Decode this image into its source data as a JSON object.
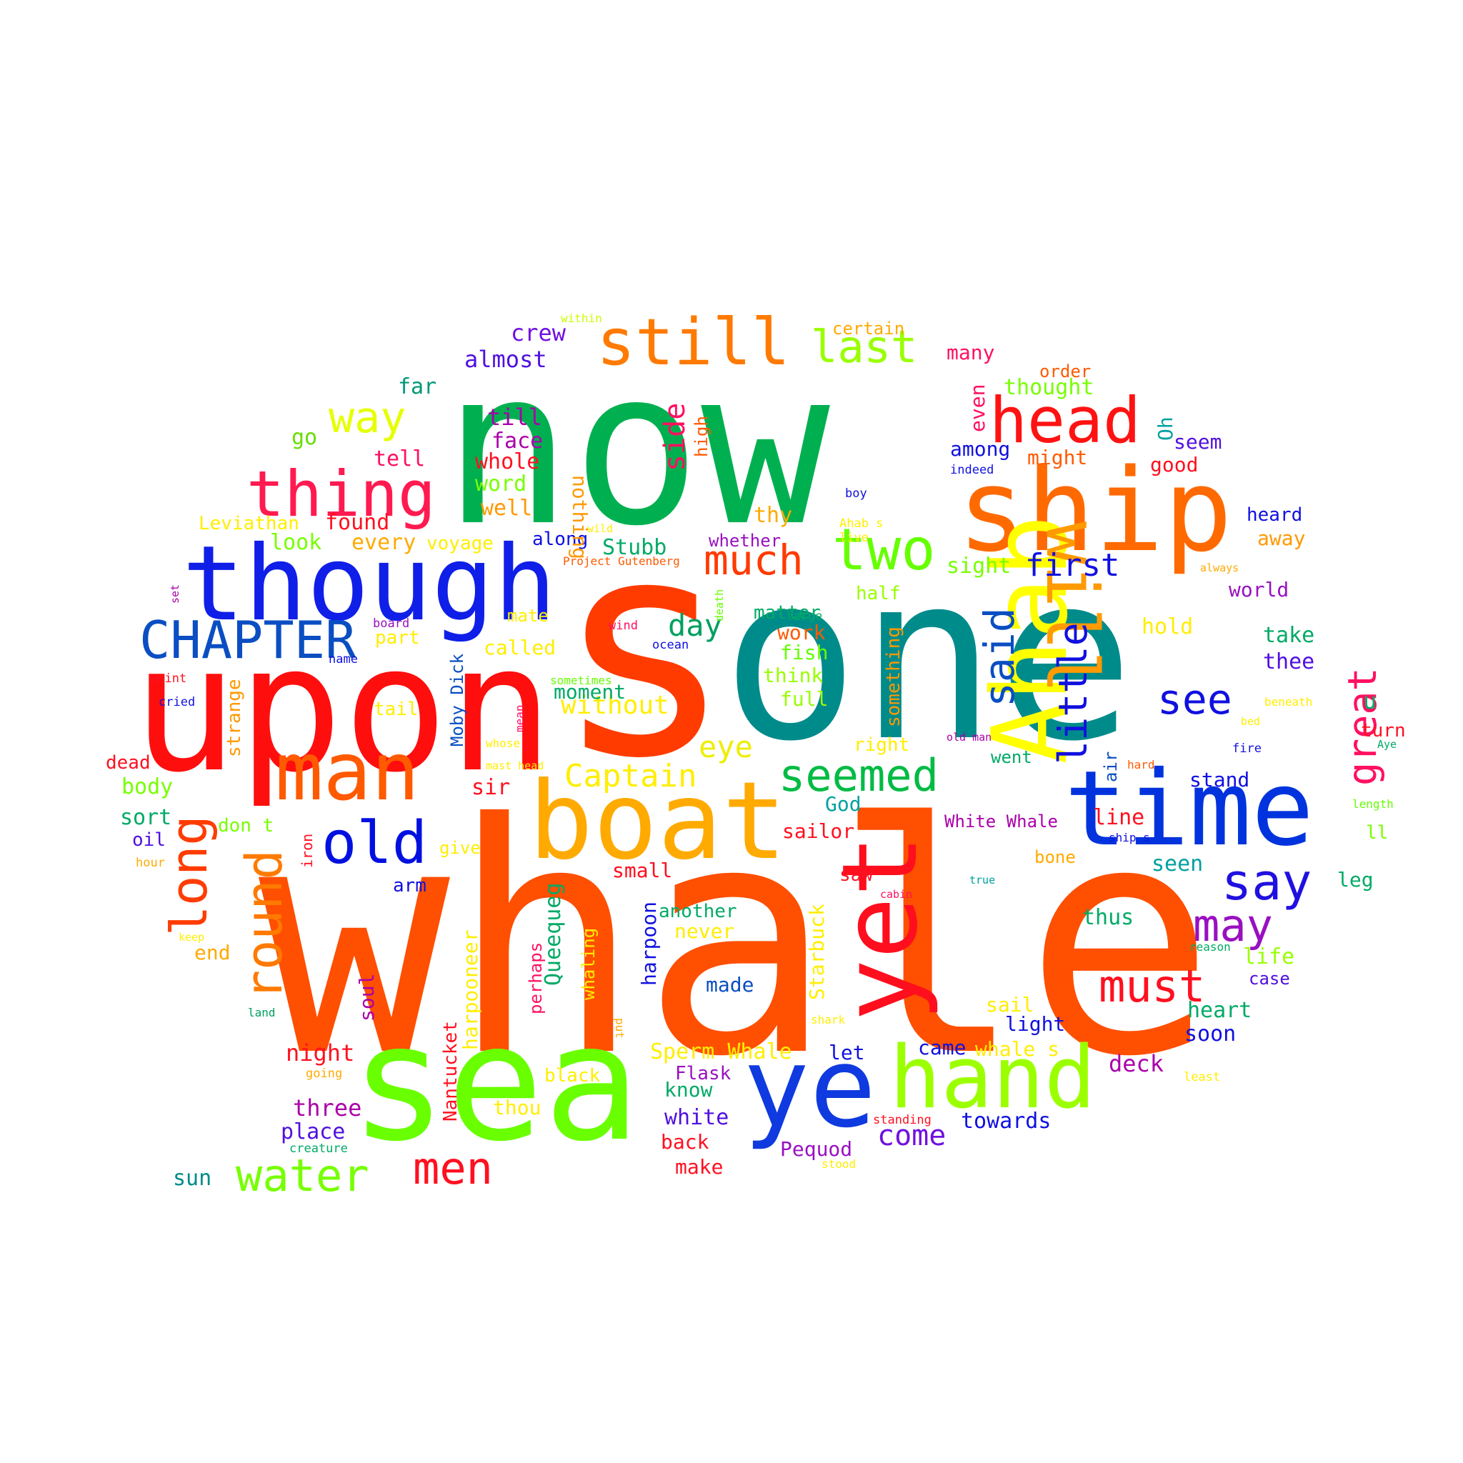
{
  "words": [
    {
      "t": "now",
      "c": "#00b050"
    },
    {
      "t": "s",
      "c": "#ff3b00"
    },
    {
      "t": "one",
      "c": "#008b8b"
    },
    {
      "t": "whale",
      "c": "#ff4f00"
    },
    {
      "t": "upon",
      "c": "#ff0e0e"
    },
    {
      "t": "though",
      "c": "#0f1fe8"
    },
    {
      "t": "sea",
      "c": "#6aff00"
    },
    {
      "t": "time",
      "c": "#0033dd"
    },
    {
      "t": "ship",
      "c": "#ff6a00"
    },
    {
      "t": "boat",
      "c": "#ffaa00"
    },
    {
      "t": "man",
      "c": "#ff5a00"
    },
    {
      "t": "ye",
      "c": "#0f3ae0"
    },
    {
      "t": "hand",
      "c": "#9cff00"
    },
    {
      "t": "Ahab",
      "c": "#ffff00"
    },
    {
      "t": "yet",
      "c": "#ff0e1e"
    },
    {
      "t": "will",
      "c": "#ff9a00"
    },
    {
      "t": "head",
      "c": "#ff1212"
    },
    {
      "t": "thing",
      "c": "#ff1a50"
    },
    {
      "t": "still",
      "c": "#ff7a00"
    },
    {
      "t": "two",
      "c": "#66ff00"
    },
    {
      "t": "CHAPTER",
      "c": "#0a4ec2"
    },
    {
      "t": "long",
      "c": "#ff3c00"
    },
    {
      "t": "round",
      "c": "#ff7a00"
    },
    {
      "t": "old",
      "c": "#0010e0"
    },
    {
      "t": "water",
      "c": "#77ff00"
    },
    {
      "t": "men",
      "c": "#ff1020"
    },
    {
      "t": "much",
      "c": "#ff3a00"
    },
    {
      "t": "way",
      "c": "#e6ff00"
    },
    {
      "t": "last",
      "c": "#99ff00"
    },
    {
      "t": "seemed",
      "c": "#00bb44"
    },
    {
      "t": "say",
      "c": "#2010e0"
    },
    {
      "t": "may",
      "c": "#9910c0"
    },
    {
      "t": "must",
      "c": "#ff1020"
    },
    {
      "t": "see",
      "c": "#1010e0"
    },
    {
      "t": "said",
      "c": "#0a4ec2"
    },
    {
      "t": "little",
      "c": "#1010e0"
    },
    {
      "t": "great",
      "c": "#ff1060"
    },
    {
      "t": "first",
      "c": "#1010e0"
    },
    {
      "t": "Captain",
      "c": "#ffee00"
    },
    {
      "t": "eye",
      "c": "#eeee00"
    },
    {
      "t": "day",
      "c": "#00a060"
    },
    {
      "t": "without",
      "c": "#ffee00"
    },
    {
      "t": "side",
      "c": "#ff1060"
    },
    {
      "t": "crew",
      "c": "#7010e0"
    },
    {
      "t": "almost",
      "c": "#5010e0"
    },
    {
      "t": "far",
      "c": "#009977"
    },
    {
      "t": "go",
      "c": "#66dd00"
    },
    {
      "t": "tell",
      "c": "#ff1060"
    },
    {
      "t": "till",
      "c": "#aa00aa"
    },
    {
      "t": "face",
      "c": "#aa00aa"
    },
    {
      "t": "whole",
      "c": "#ff1020"
    },
    {
      "t": "word",
      "c": "#77ff00"
    },
    {
      "t": "well",
      "c": "#ff9900"
    },
    {
      "t": "found",
      "c": "#ff1020"
    },
    {
      "t": "Leviathan",
      "c": "#ffee00"
    },
    {
      "t": "look",
      "c": "#77ff00"
    },
    {
      "t": "every",
      "c": "#ffaa00"
    },
    {
      "t": "voyage",
      "c": "#ffee00"
    },
    {
      "t": "along",
      "c": "#1010e0"
    },
    {
      "t": "Stubb",
      "c": "#00aa66"
    },
    {
      "t": "thy",
      "c": "#ffaa00"
    },
    {
      "t": "whether",
      "c": "#9910c0"
    },
    {
      "t": "sight",
      "c": "#77ff00"
    },
    {
      "t": "certain",
      "c": "#ffaa00"
    },
    {
      "t": "many",
      "c": "#ff1060"
    },
    {
      "t": "order",
      "c": "#ff5a00"
    },
    {
      "t": "thought",
      "c": "#77ff00"
    },
    {
      "t": "even",
      "c": "#ff1060"
    },
    {
      "t": "among",
      "c": "#1010e0"
    },
    {
      "t": "might",
      "c": "#ff5a00"
    },
    {
      "t": "good",
      "c": "#ff1020"
    },
    {
      "t": "seem",
      "c": "#5010e0"
    },
    {
      "t": "Oh",
      "c": "#00a0a0"
    },
    {
      "t": "indeed",
      "c": "#1010e0"
    },
    {
      "t": "nothing",
      "c": "#ff9900"
    },
    {
      "t": "high",
      "c": "#ff5a00"
    },
    {
      "t": "heard",
      "c": "#1010e0"
    },
    {
      "t": "away",
      "c": "#ff9900"
    },
    {
      "t": "world",
      "c": "#9910c0"
    },
    {
      "t": "take",
      "c": "#00aa66"
    },
    {
      "t": "thee",
      "c": "#5010e0"
    },
    {
      "t": "u",
      "c": "#00aa66"
    },
    {
      "t": "turn",
      "c": "#ff1020"
    },
    {
      "t": "hold",
      "c": "#ffee00"
    },
    {
      "t": "half",
      "c": "#99ff00"
    },
    {
      "t": "matter",
      "c": "#00aa66"
    },
    {
      "t": "work",
      "c": "#ff5a00"
    },
    {
      "t": "fish",
      "c": "#66ff00"
    },
    {
      "t": "think",
      "c": "#99ff00"
    },
    {
      "t": "full",
      "c": "#99ff00"
    },
    {
      "t": "something",
      "c": "#ff9900"
    },
    {
      "t": "right",
      "c": "#ffee00"
    },
    {
      "t": "part",
      "c": "#ffee00"
    },
    {
      "t": "mate",
      "c": "#ffee00"
    },
    {
      "t": "called",
      "c": "#ffee00"
    },
    {
      "t": "moment",
      "c": "#00aa66"
    },
    {
      "t": "tail",
      "c": "#ffee00"
    },
    {
      "t": "strange",
      "c": "#ff9900"
    },
    {
      "t": "Moby Dick",
      "c": "#0a4ec2"
    },
    {
      "t": "mean",
      "c": "#ff1060"
    },
    {
      "t": "whose",
      "c": "#ffee00"
    },
    {
      "t": "mast head",
      "c": "#ffee00"
    },
    {
      "t": "sometimes",
      "c": "#66ff00"
    },
    {
      "t": "Project Gutenberg",
      "c": "#ff5a00"
    },
    {
      "t": "wild",
      "c": "#ffee00"
    },
    {
      "t": "boy",
      "c": "#1010e0"
    },
    {
      "t": "Ahab s",
      "c": "#ffee00"
    },
    {
      "t": "live",
      "c": "#ffee00"
    },
    {
      "t": "always",
      "c": "#ffaa00"
    },
    {
      "t": "large",
      "c": "#00aa66"
    },
    {
      "t": "death",
      "c": "#66ff00"
    },
    {
      "t": "wind",
      "c": "#ff1060"
    },
    {
      "t": "ocean",
      "c": "#1010e0"
    },
    {
      "t": "board",
      "c": "#9910c0"
    },
    {
      "t": "name",
      "c": "#1010e0"
    },
    {
      "t": "set",
      "c": "#aa00aa"
    },
    {
      "t": "point",
      "c": "#ff1020"
    },
    {
      "t": "cried",
      "c": "#1010e0"
    },
    {
      "t": "dead",
      "c": "#ff1020"
    },
    {
      "t": "body",
      "c": "#77ff00"
    },
    {
      "t": "sort",
      "c": "#00aa66"
    },
    {
      "t": "oil",
      "c": "#5010e0"
    },
    {
      "t": "hour",
      "c": "#ffaa00"
    },
    {
      "t": "don t",
      "c": "#77ff00"
    },
    {
      "t": "iron",
      "c": "#ff1020"
    },
    {
      "t": "give",
      "c": "#ffee00"
    },
    {
      "t": "arm",
      "c": "#1010e0"
    },
    {
      "t": "keep",
      "c": "#ffee00"
    },
    {
      "t": "end",
      "c": "#ffaa00"
    },
    {
      "t": "land",
      "c": "#00a060"
    },
    {
      "t": "soul",
      "c": "#aa00aa"
    },
    {
      "t": "night",
      "c": "#ff1020"
    },
    {
      "t": "going",
      "c": "#ffaa00"
    },
    {
      "t": "three",
      "c": "#aa00aa"
    },
    {
      "t": "place",
      "c": "#5010e0"
    },
    {
      "t": "creature",
      "c": "#00aa66"
    },
    {
      "t": "sun",
      "c": "#008b8b"
    },
    {
      "t": "harpooneer",
      "c": "#ffee00"
    },
    {
      "t": "Nantucket",
      "c": "#ff1020"
    },
    {
      "t": "perhaps",
      "c": "#ff1060"
    },
    {
      "t": "Queequeg",
      "c": "#00aa66"
    },
    {
      "t": "whaling",
      "c": "#ffee00"
    },
    {
      "t": "harpoon",
      "c": "#1010e0"
    },
    {
      "t": "put",
      "c": "#ffaa00"
    },
    {
      "t": "black",
      "c": "#ffee00"
    },
    {
      "t": "thou",
      "c": "#ffee00"
    },
    {
      "t": "small",
      "c": "#ff1020"
    },
    {
      "t": "another",
      "c": "#00aa66"
    },
    {
      "t": "never",
      "c": "#ffee00"
    },
    {
      "t": "made",
      "c": "#0a4ec2"
    },
    {
      "t": "sir",
      "c": "#ff1020"
    },
    {
      "t": "sailor",
      "c": "#ff1020"
    },
    {
      "t": "God",
      "c": "#00a0a0"
    },
    {
      "t": "saw",
      "c": "#ff1020"
    },
    {
      "t": "cabin",
      "c": "#ff1060"
    },
    {
      "t": "Starbuck",
      "c": "#ffee00"
    },
    {
      "t": "shark",
      "c": "#ffee00"
    },
    {
      "t": "Sperm Whale",
      "c": "#ffee00"
    },
    {
      "t": "let",
      "c": "#1010e0"
    },
    {
      "t": "came",
      "c": "#1010e0"
    },
    {
      "t": "whale s",
      "c": "#ffee00"
    },
    {
      "t": "Flask",
      "c": "#9910c0"
    },
    {
      "t": "know",
      "c": "#00aa66"
    },
    {
      "t": "white",
      "c": "#5010e0"
    },
    {
      "t": "back",
      "c": "#ff1020"
    },
    {
      "t": "make",
      "c": "#ff1020"
    },
    {
      "t": "Pequod",
      "c": "#9910c0"
    },
    {
      "t": "come",
      "c": "#7010e0"
    },
    {
      "t": "stood",
      "c": "#ffee00"
    },
    {
      "t": "standing",
      "c": "#ff1020"
    },
    {
      "t": "towards",
      "c": "#1010e0"
    },
    {
      "t": "deck",
      "c": "#aa00aa"
    },
    {
      "t": "least",
      "c": "#ffee00"
    },
    {
      "t": "soon",
      "c": "#1010e0"
    },
    {
      "t": "heart",
      "c": "#00aa66"
    },
    {
      "t": "light",
      "c": "#1010e0"
    },
    {
      "t": "sail",
      "c": "#ffee00"
    },
    {
      "t": "case",
      "c": "#5010e0"
    },
    {
      "t": "life",
      "c": "#99ff00"
    },
    {
      "t": "reason",
      "c": "#00aa66"
    },
    {
      "t": "thus",
      "c": "#00aa66"
    },
    {
      "t": "leg",
      "c": "#00aa66"
    },
    {
      "t": "seen",
      "c": "#00a0a0"
    },
    {
      "t": "bone",
      "c": "#ffaa00"
    },
    {
      "t": "true",
      "c": "#00a0a0"
    },
    {
      "t": "ship s",
      "c": "#1010e0"
    },
    {
      "t": "line",
      "c": "#ff1020"
    },
    {
      "t": "White Whale",
      "c": "#aa00aa"
    },
    {
      "t": "ll",
      "c": "#77ff00"
    },
    {
      "t": "length",
      "c": "#66ff00"
    },
    {
      "t": "stand",
      "c": "#1010e0"
    },
    {
      "t": "went",
      "c": "#00aa66"
    },
    {
      "t": "air",
      "c": "#0a4ec2"
    },
    {
      "t": "hard",
      "c": "#ff5a00"
    },
    {
      "t": "fire",
      "c": "#1010e0"
    },
    {
      "t": "old man",
      "c": "#aa00aa"
    },
    {
      "t": "Aye",
      "c": "#00aa66"
    },
    {
      "t": "bed",
      "c": "#ffee00"
    },
    {
      "t": "beneath",
      "c": "#ffee00"
    },
    {
      "t": "within",
      "c": "#ccff00"
    }
  ]
}
